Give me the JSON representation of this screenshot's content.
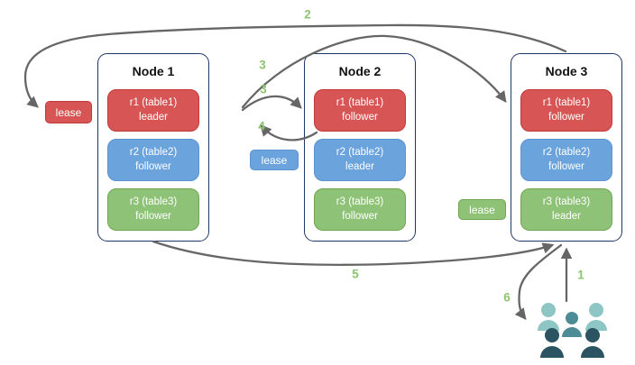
{
  "nodes": [
    {
      "title": "Node 1",
      "replicas": [
        {
          "name": "r1 (table1)",
          "role": "leader"
        },
        {
          "name": "r2 (table2)",
          "role": "follower"
        },
        {
          "name": "r3 (table3)",
          "role": "follower"
        }
      ]
    },
    {
      "title": "Node 2",
      "replicas": [
        {
          "name": "r1 (table1)",
          "role": "follower"
        },
        {
          "name": "r2 (table2)",
          "role": "leader"
        },
        {
          "name": "r3 (table3)",
          "role": "follower"
        }
      ]
    },
    {
      "title": "Node 3",
      "replicas": [
        {
          "name": "r1 (table1)",
          "role": "follower"
        },
        {
          "name": "r2 (table2)",
          "role": "follower"
        },
        {
          "name": "r3 (table3)",
          "role": "leader"
        }
      ]
    }
  ],
  "leases": [
    {
      "label": "lease",
      "color": "red"
    },
    {
      "label": "lease",
      "color": "blue"
    },
    {
      "label": "lease",
      "color": "green"
    }
  ],
  "steps": {
    "s1": "1",
    "s2": "2",
    "s3_long": "3",
    "s3_short": "3",
    "s4": "4",
    "s5": "5",
    "s6": "6"
  },
  "icons": {
    "users": "users-group-icon"
  },
  "colors": {
    "red_fill": "#d85555",
    "red_border": "#c13a3a",
    "blue_fill": "#6ba3dd",
    "blue_border": "#5b92cf",
    "green_fill": "#8ec377",
    "green_border": "#6fa453",
    "node_border": "#203864",
    "arrow": "#666666",
    "step_label": "#8cc470",
    "users_light": "#8ec6c6",
    "users_mid": "#4d8b96",
    "users_dark": "#2b5362"
  }
}
